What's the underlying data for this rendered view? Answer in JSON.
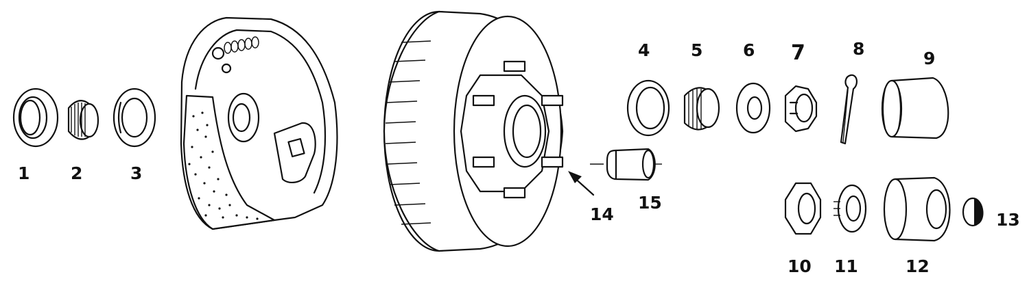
{
  "parts": [
    {
      "id": "part-1",
      "label": "1"
    },
    {
      "id": "part-2",
      "label": "2"
    },
    {
      "id": "part-3",
      "label": "3"
    },
    {
      "id": "part-4",
      "label": "4"
    },
    {
      "id": "part-5",
      "label": "5"
    },
    {
      "id": "part-6",
      "label": "6"
    },
    {
      "id": "part-7",
      "label": "7"
    },
    {
      "id": "part-8",
      "label": "8"
    },
    {
      "id": "part-9",
      "label": "9"
    },
    {
      "id": "part-10",
      "label": "10"
    },
    {
      "id": "part-11",
      "label": "11"
    },
    {
      "id": "part-12",
      "label": "12"
    },
    {
      "id": "part-13",
      "label": "13"
    },
    {
      "id": "part-14",
      "label": "14"
    },
    {
      "id": "part-15",
      "label": "15"
    }
  ]
}
